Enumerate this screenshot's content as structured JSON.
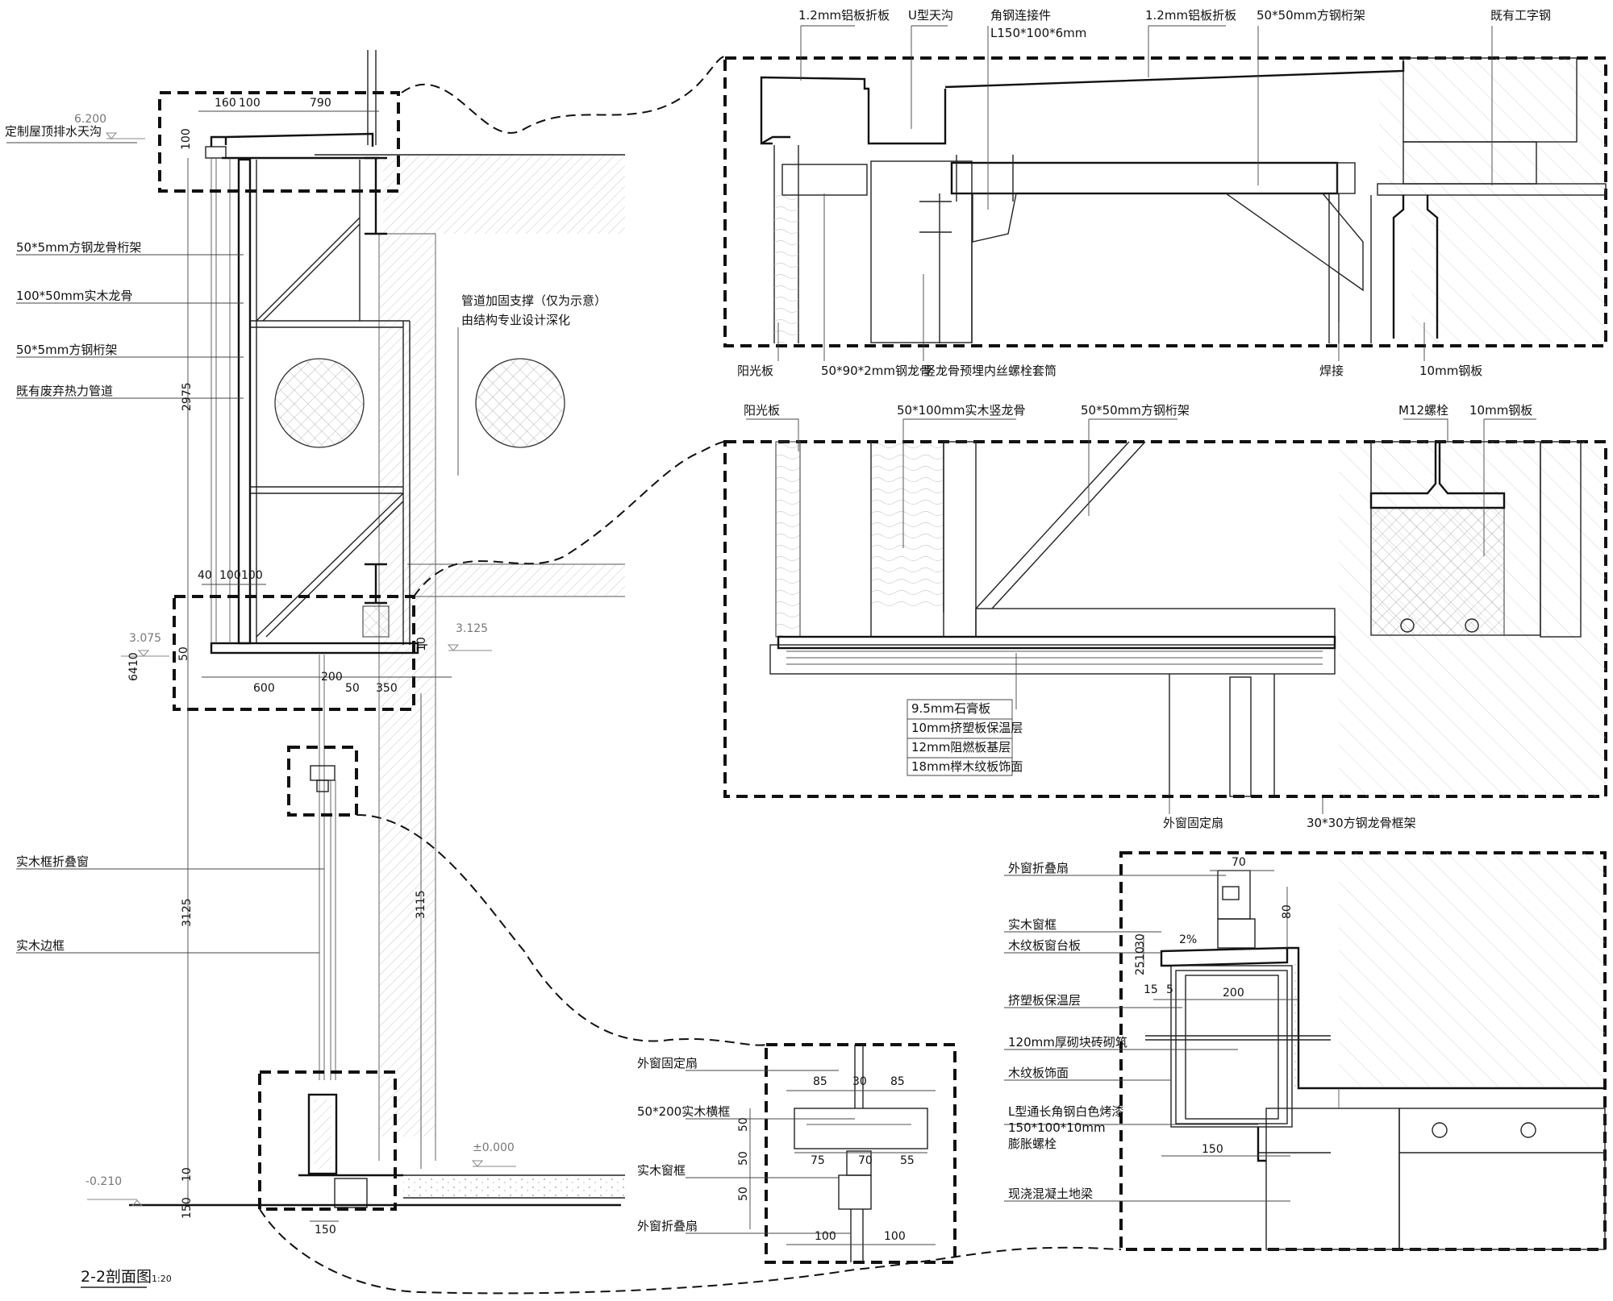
{
  "title": {
    "text": "2-2剖面图",
    "scale": "1:20"
  },
  "levels": {
    "roof": "6.200",
    "mid1": "3.075",
    "mid2": "3.125",
    "ground": "±0.000",
    "outside": "-0.210"
  },
  "section_labels": {
    "gutter": "定制屋顶排水天沟",
    "truss1": "50*5mm方钢龙骨桁架",
    "timber": "100*50mm实木龙骨",
    "truss2": "50*5mm方钢桁架",
    "pipe": "既有废弃热力管道",
    "fold_window": "实木框折叠窗",
    "side_frame": "实木边框",
    "pipe_note_1": "管道加固支撑（仅为示意）",
    "pipe_note_2": "由结构专业设计深化"
  },
  "section_dims": {
    "d160": "160",
    "d100a": "100",
    "d790": "790",
    "d100v": "100",
    "d2975": "2975",
    "d40": "40",
    "d100b": "100",
    "d100c": "100",
    "d6410": "6410",
    "d50v": "50",
    "d600": "600",
    "d200": "200",
    "d50": "50",
    "d350": "350",
    "d10": "10",
    "d3125": "3125",
    "d3115": "3115",
    "d10b": "10",
    "d150v": "150",
    "d150": "150"
  },
  "detail1": {
    "top_labels": {
      "al1": "1.2mm铝板折板",
      "ugutter": "U型天沟",
      "angle1": "角钢连接件",
      "angle2": "L150*100*6mm",
      "al2": "1.2mm铝板折板",
      "truss": "50*50mm方钢桁架",
      "ibeam": "既有工字钢"
    },
    "bottom_labels": {
      "sun": "阳光板",
      "keel": "50*90*2mm钢龙骨",
      "bolt": "竖龙骨预埋内丝螺栓套筒",
      "weld": "焊接",
      "plate": "10mm钢板"
    }
  },
  "detail2": {
    "top_labels": {
      "sun": "阳光板",
      "timber": "50*100mm实木竖龙骨",
      "truss": "50*50mm方钢桁架",
      "bolt": "M12螺栓",
      "plate": "10mm钢板"
    },
    "layers": [
      "9.5mm石膏板",
      "10mm挤塑板保温层",
      "12mm阻燃板基层",
      "18mm榉木纹板饰面"
    ],
    "bottom_labels": {
      "fixed": "外窗固定扇",
      "frame": "30*30方钢龙骨框架"
    }
  },
  "detail3": {
    "labels": {
      "fixed": "外窗固定扇",
      "beam": "50*200实木横框",
      "frame": "实木窗框",
      "sash": "外窗折叠扇"
    },
    "dims": {
      "d85a": "85",
      "d30": "30",
      "d85b": "85",
      "d75": "75",
      "d70": "70",
      "d55": "55",
      "d100a": "100",
      "d100b": "100",
      "d50a": "50",
      "d50b": "50",
      "d50c": "50"
    }
  },
  "detail4": {
    "labels": {
      "sash": "外窗折叠扇",
      "frame": "实木窗框",
      "sill": "木纹板窗台板",
      "xps": "挤塑板保温层",
      "brick": "120mm厚砌块砖砌筑",
      "finish": "木纹板饰面",
      "angle1": "L型通长角钢白色烤漆",
      "angle2": "150*100*10mm",
      "angle3": "膨胀螺栓",
      "beam": "现浇混凝土地梁"
    },
    "dims": {
      "d70": "70",
      "d80": "80",
      "slope": "2%",
      "d30": "30",
      "d10": "10",
      "d25": "25",
      "d15": "15",
      "d5": "5",
      "d200": "200",
      "d150": "150"
    }
  }
}
